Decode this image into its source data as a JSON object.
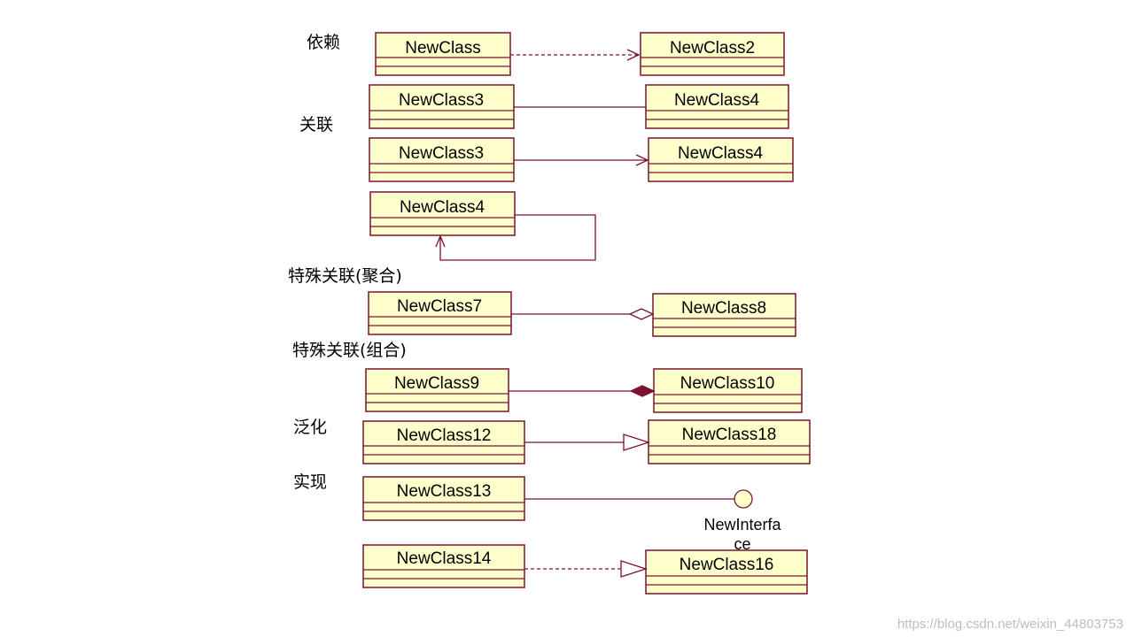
{
  "labels": {
    "dependency": "依赖",
    "association": "关联",
    "aggregation": "特殊关联(聚合)",
    "composition": "特殊关联(组合)",
    "generalization": "泛化",
    "realization": "实现"
  },
  "classes": {
    "c1": "NewClass",
    "c2": "NewClass2",
    "c3a": "NewClass3",
    "c4a": "NewClass4",
    "c3b": "NewClass3",
    "c4b": "NewClass4",
    "c4c": "NewClass4",
    "c7": "NewClass7",
    "c8": "NewClass8",
    "c9": "NewClass9",
    "c10": "NewClass10",
    "c12": "NewClass12",
    "c18": "NewClass18",
    "c13": "NewClass13",
    "c14": "NewClass14",
    "c16": "NewClass16"
  },
  "interface": {
    "name_line1": "NewInterfa",
    "name_line2": "ce"
  },
  "colors": {
    "class_fill": "#ffffcc",
    "line": "#7a1230",
    "composition_diamond": "#7a1230"
  },
  "watermark": "https://blog.csdn.net/weixin_44803753"
}
